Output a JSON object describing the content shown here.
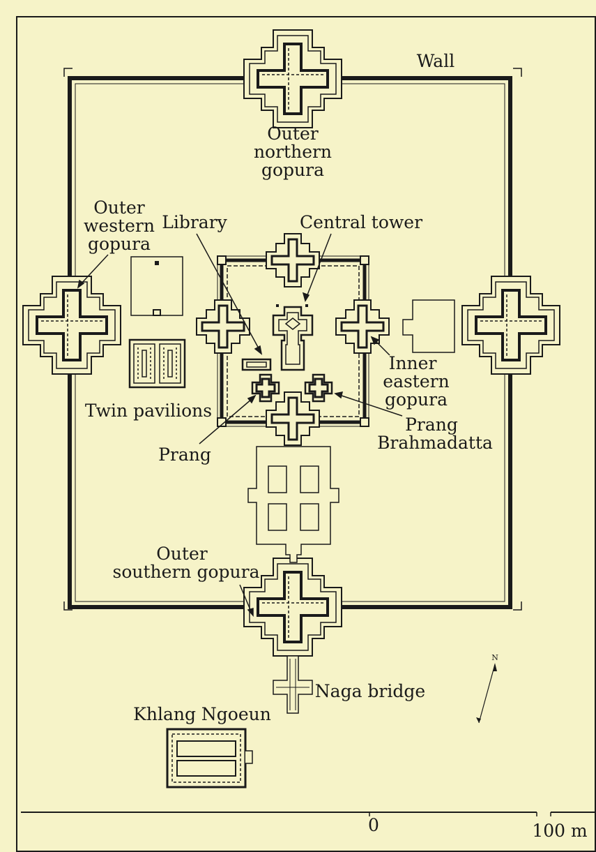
{
  "map": {
    "bg_color": "#f6f3c8",
    "ink_color": "#1a1a1a",
    "labels": {
      "wall": "Wall",
      "outer_northern_gopura": [
        "Outer",
        "northern",
        "gopura"
      ],
      "outer_western_gopura": [
        "Outer",
        "western",
        "gopura"
      ],
      "library": "Library",
      "central_tower": "Central tower",
      "inner_eastern_gopura": [
        "Inner",
        "eastern",
        "gopura"
      ],
      "twin_pavilions": "Twin pavilions",
      "prang": "Prang",
      "prang_brahmadatta": [
        "Prang",
        "Brahmadatta"
      ],
      "outer_southern_gopura": [
        "Outer",
        "southern gopura"
      ],
      "naga_bridge": "Naga bridge",
      "khlang_ngoeun": "Khlang Ngoeun"
    },
    "north_arrow": "N",
    "scale_bar": {
      "start_label": "0",
      "end_label": "100 m"
    }
  }
}
